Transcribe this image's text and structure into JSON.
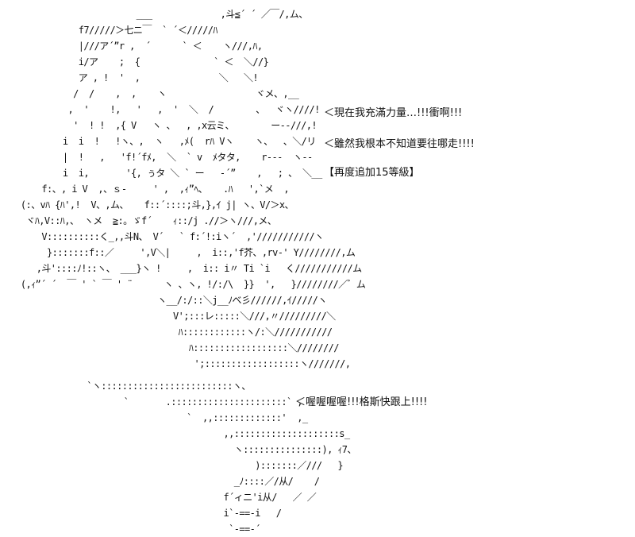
{
  "art": {
    "upper": "                         ___             ,斗≦´ ´ ／￣/,ム、\n              f7/////＞七ニ￣  ` ´＜/////ﾊ\n              |///ア´”r ,  ´      ` ＜    ヽ///,ﾊ,\n              i/ア    ;  {              ` ＜  ＼//}\n              ア , !  '  ,               ＼   ＼!\n             /  /    ,  ,    ヽ                 ヾメ、,__\n            ,  '    !,   '   ,  '  ＼  /        、  ヾヽ////!\n             '  ! !  ,{ V   ヽ 、  , ,x云ミ、       ー--///,!\n           i  i  !   !ヽ、,  ヽ   ,ﾒ(  rﾊ Vヽ    ヽ、  、＼/リ\n           |  !   ,   'f!´fﾒ,  ＼  ` v  ﾒタタ,    r---  ヽ--\n           i  i,       '{, ぅタ ＼ ` ー   -´”    ,   ; 、 ＼__\n       f:、, i V  ,、ｓ-     ' ,  ,ｨ”ﾍ、   .ﾊ   ',`メ  ,\n   (:、vﾊ {ﾊ',!  V、,ム、   f::´::::;斗,},ｲ j| ヽ、V/＞x、\n    ヾﾊ,V::ﾊ,、 ヽメ  ≧:。ゞf´    ｨ::/j .//＞ヽ///,メ、\n       V::::::::::く_,,斗N、 V´   ` f:´!:iヽ´  ,'///////////ヽ\n        }:::::::f::／     ',V＼|     ,  i::,'f芥、,rv-' Y////////,ム\n      ,斗'::::ﾉ!::ヽ、 ___}ヽ !     ,  i:: i〃 Ti `i   く///////////ム\n   (,ｨ”´ ´  ￣ ' ` ￣ ' ¨      ヽ 、ヽ, !/:/\\  }}  ',   }////////／゛ム\n                             ヽ__/:/::＼j__ﾉべ彡//////,ｲ/////ヽ\n                                V';:::レ:::::＼///,〃/////////＼\n                                 ﾊ::::::::::::ヽ/:＼///////////\n                                   ﾊ::::::::::::::::::＼////////\n                                    ';::::::::::::::::::ヽ///////,",
    "lower": "  `ヽ:::::::::::::::::::::::::ヽ、\n         `       .::::::::::::::::::::::` ,\n                     `  ,,:::::::::::::'  ,_\n                            ,,::::::::::::::::::::s_\n                              ヽ:::::::::::::::), ｨ7、\n                                  ):::::::／///   }\n                              _ﾉ::::／/从/    /\n                            f´ィニ'i从/   ／ ／\n                            i`-==-i   /\n                             `-==-´"
  },
  "captions": {
    "c1": "＜現在我充滿力量…!!!衝啊!!!",
    "c2": "＜雖然我根本不知道要往哪走!!!!",
    "c3": "【再度追加15等級】",
    "c4": "＜喔喔喔喔!!!格斯快跟上!!!!"
  }
}
